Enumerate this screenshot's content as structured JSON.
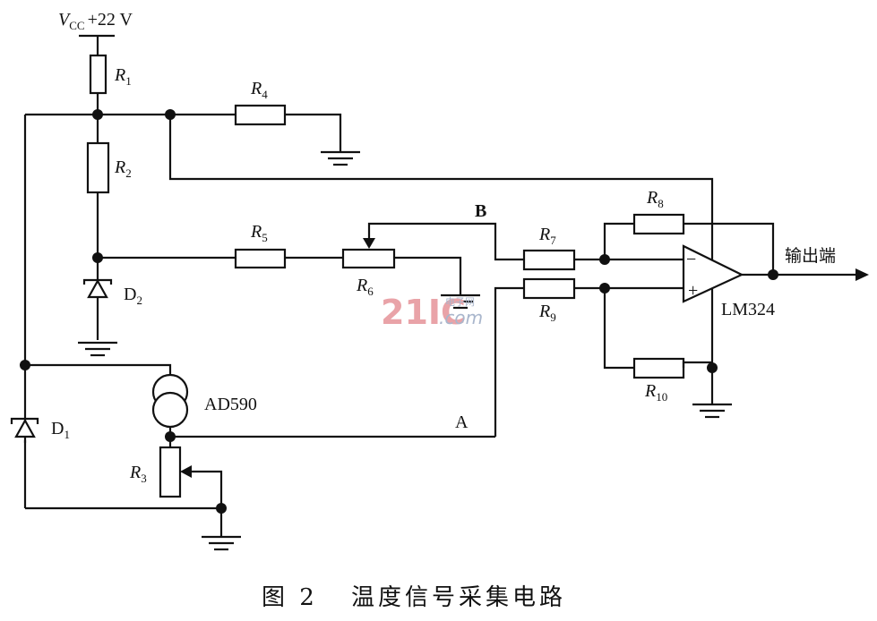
{
  "figure": {
    "caption_label": "图 2",
    "caption_title": "温度信号采集电路"
  },
  "supply": {
    "symbol": "V",
    "symbol_sub": "CC",
    "value": "+22 V"
  },
  "components": {
    "R1": {
      "name": "R",
      "sub": "1"
    },
    "R2": {
      "name": "R",
      "sub": "2"
    },
    "R3": {
      "name": "R",
      "sub": "3"
    },
    "R4": {
      "name": "R",
      "sub": "4"
    },
    "R5": {
      "name": "R",
      "sub": "5"
    },
    "R6": {
      "name": "R",
      "sub": "6"
    },
    "R7": {
      "name": "R",
      "sub": "7"
    },
    "R8": {
      "name": "R",
      "sub": "8"
    },
    "R9": {
      "name": "R",
      "sub": "9"
    },
    "R10": {
      "name": "R",
      "sub": "10"
    },
    "D1": {
      "name": "D",
      "sub": "1"
    },
    "D2": {
      "name": "D",
      "sub": "2"
    },
    "sensor": "AD590",
    "opamp": "LM324",
    "opamp_minus": "−",
    "opamp_plus": "+"
  },
  "nodes": {
    "A": "A",
    "B": "B"
  },
  "output_label": "输出端",
  "watermark": {
    "main": "21IC",
    "domain": ".com",
    "cn": "电子网"
  }
}
